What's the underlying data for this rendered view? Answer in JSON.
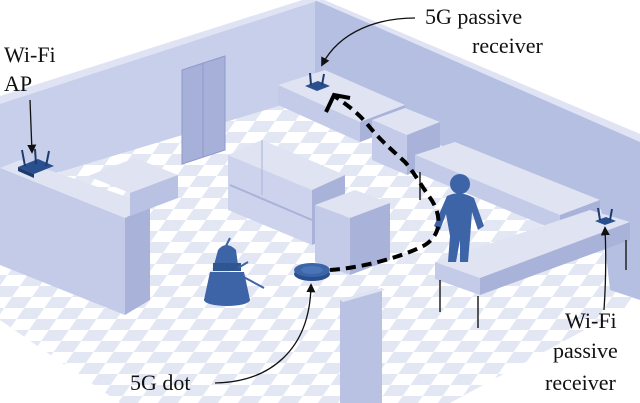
{
  "labels": {
    "wifi_ap": [
      "Wi-Fi",
      "AP"
    ],
    "g5_receiver": [
      "5G passive",
      "receiver"
    ],
    "g5_dot": "5G dot",
    "wifi_receiver": [
      "Wi-Fi",
      "passive",
      "receiver"
    ]
  },
  "colors": {
    "wall": "#c6cde8",
    "wall_dark": "#a9b3da",
    "floor_a": "#ffffff",
    "floor_b": "#e6e9f4",
    "furniture_top": "#dfe3f2",
    "furniture_side": "#b9c2e2",
    "figure": "#3c64a6",
    "path": "#000000",
    "device": "#2a4f8f"
  },
  "icons": [
    "router-icon",
    "person-icon",
    "robot-icon",
    "robot-vacuum-icon"
  ]
}
